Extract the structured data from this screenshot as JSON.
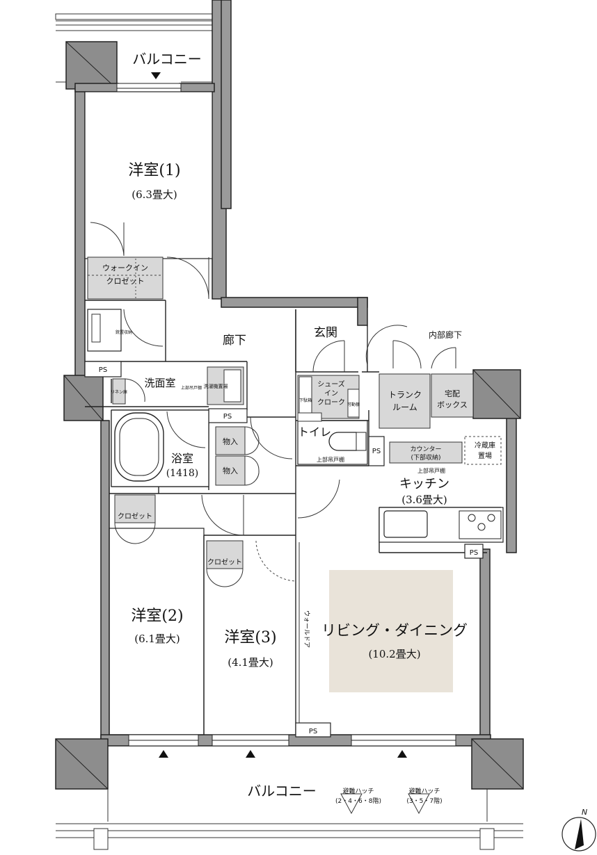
{
  "labels": {
    "balcony_top": "バルコニー",
    "room1_name": "洋室(1)",
    "room1_size": "(6.3畳大)",
    "walkin_line1": "ウォークイン",
    "walkin_line2": "クロゼット",
    "corridor": "廊下",
    "entrance": "玄関",
    "inner_corridor": "内部廊下",
    "shoes_line1": "シューズ",
    "shoes_line2": "イン",
    "shoes_line3": "クローク",
    "trunk_line1": "トランク",
    "trunk_line2": "ルーム",
    "delivery_line1": "宅配",
    "delivery_line2": "ボックス",
    "washroom": "洗面室",
    "linen": "リネン庫",
    "gun_storage": "銃置収納",
    "washer_space": "洗濯機置場",
    "upper_cabinet_wash": "上部吊戸棚",
    "toilet": "トイレ",
    "upper_cabinet_toilet": "上部吊戸棚",
    "bath_name": "浴室",
    "bath_size": "(1418)",
    "storage1": "物入",
    "storage2": "物入",
    "counter_line1": "カウンター",
    "counter_line2": "(下部収納)",
    "upper_cabinet_kitchen": "上部吊戸棚",
    "fridge_line1": "冷蔵庫",
    "fridge_line2": "置場",
    "kitchen_name": "キッチン",
    "kitchen_size": "(3.6畳大)",
    "closet2": "クロゼット",
    "closet3": "クロゼット",
    "room2_name": "洋室(2)",
    "room2_size": "(6.1畳大)",
    "room3_name": "洋室(3)",
    "room3_size": "(4.1畳大)",
    "living_name": "リビング・ダイニング",
    "living_size": "(10.2畳大)",
    "wall_door": "ウォールドア",
    "shoe_small1": "下駄箱",
    "shoe_small2": "可動棚",
    "ps": "PS",
    "balcony_bottom": "バルコニー",
    "hatch1_line1": "避難ハッチ",
    "hatch1_line2": "(2・4・6・8階)",
    "hatch2_line1": "避難ハッチ",
    "hatch2_line2": "(3・5・7階)",
    "north": "N"
  },
  "colors": {
    "wall": "#9a9a9a",
    "storage": "#d8d8d8",
    "living_floor": "#e9e3d9",
    "line": "#222222"
  }
}
